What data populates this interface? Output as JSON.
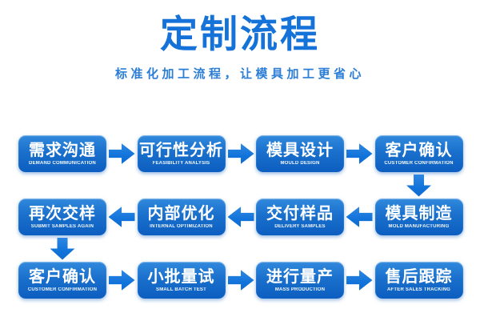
{
  "header": {
    "title": "定制流程",
    "subtitle": "标准化加工流程，让模具加工更省心"
  },
  "colors": {
    "title_blue": "#1472d8",
    "subtitle_blue": "#2b7dd6",
    "box_gradient_top": "#3189dd",
    "box_gradient_bottom": "#0c5ec0",
    "arrow_blue": "#1173da",
    "background": "#ffffff",
    "step_text": "#ffffff"
  },
  "flow": {
    "rows": [
      {
        "direction": "right",
        "steps": [
          {
            "zh": "需求沟通",
            "en": "DEMAND COMMUNICATION"
          },
          {
            "zh": "可行性分析",
            "en": "FEASIBILITY ANALYSIS"
          },
          {
            "zh": "模具设计",
            "en": "MOULD DESIGN"
          },
          {
            "zh": "客户确认",
            "en": "CUSTOMER CONFIRMATION"
          }
        ]
      },
      {
        "direction": "left",
        "steps": [
          {
            "zh": "再次交样",
            "en": "SUBMIT SAMPLES AGAIN"
          },
          {
            "zh": "内部优化",
            "en": "INTERNAL OPTIMIZATION"
          },
          {
            "zh": "交付样品",
            "en": "DELIVERY SAMPLES"
          },
          {
            "zh": "模具制造",
            "en": "MOLD MANUFACTURING"
          }
        ]
      },
      {
        "direction": "right",
        "steps": [
          {
            "zh": "客户确认",
            "en": "CUSTOMER CONFIRMATION"
          },
          {
            "zh": "小批量试",
            "en": "SMALL BATCH TEST"
          },
          {
            "zh": "进行量产",
            "en": "MASS PRODUCTION"
          },
          {
            "zh": "售后跟踪",
            "en": "AFTER SALES TRACKING"
          }
        ]
      }
    ]
  }
}
